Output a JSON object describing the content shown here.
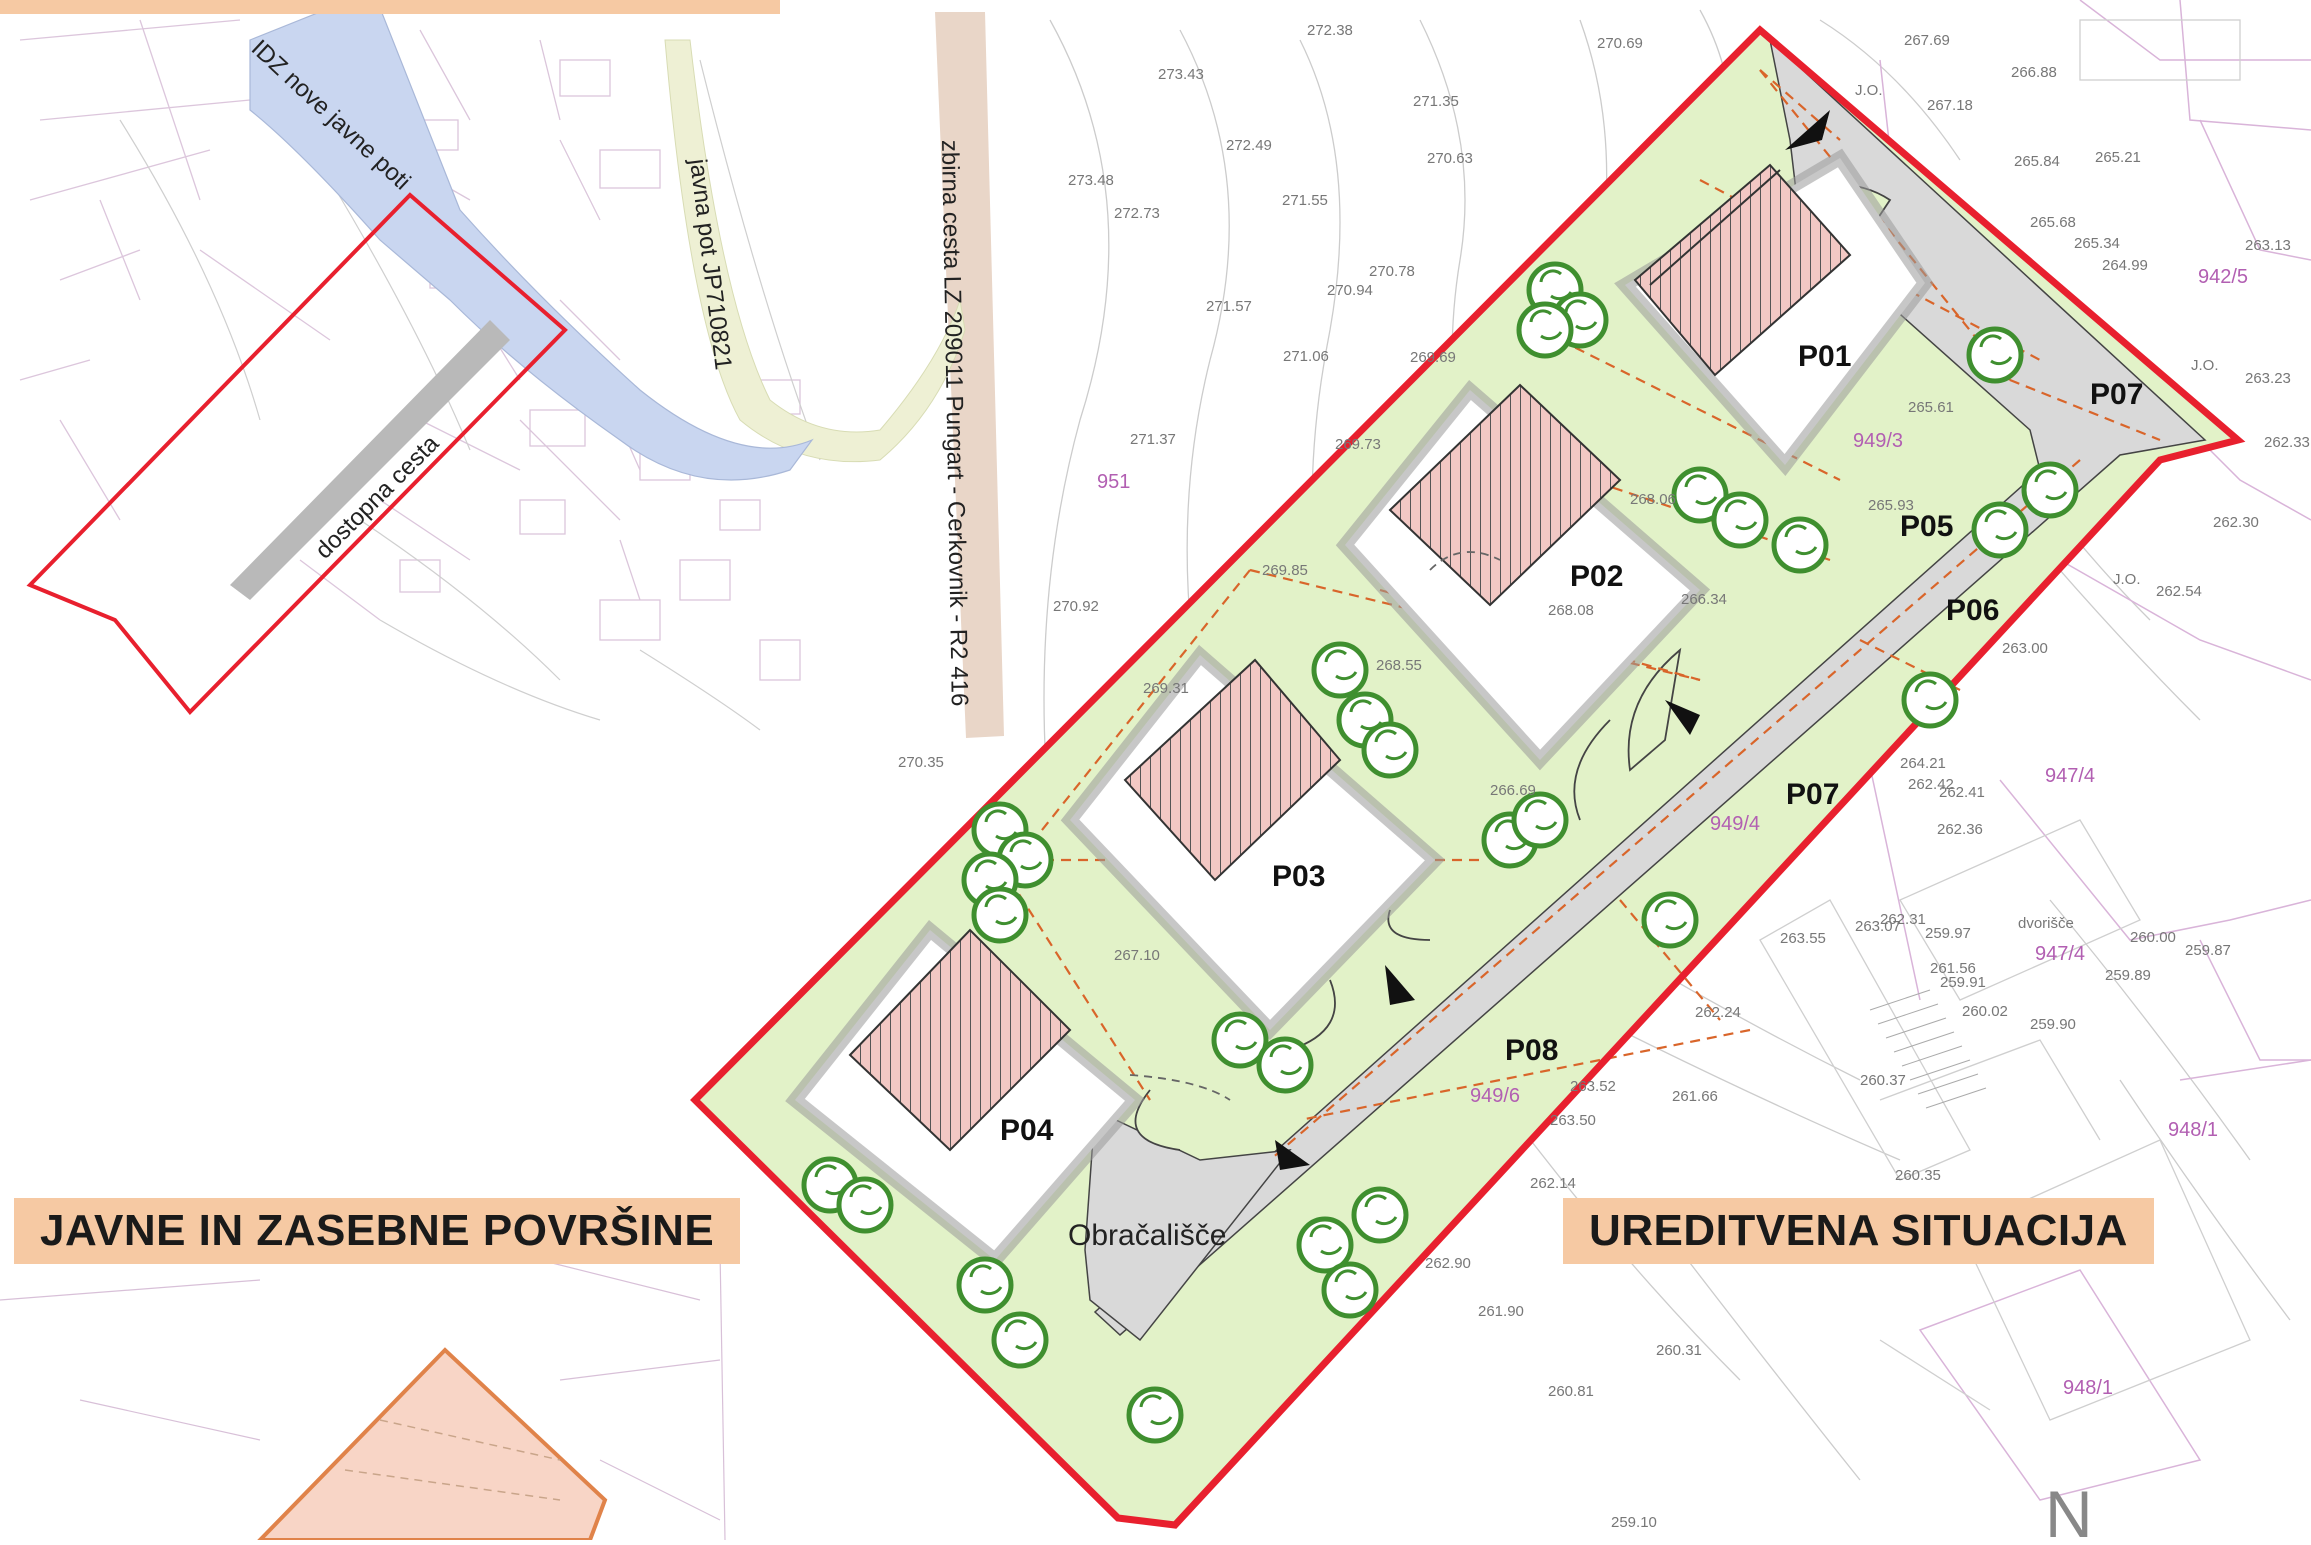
{
  "titles": {
    "top_banner": "",
    "public_private": "JAVNE IN ZASEBNE POVRŠINE",
    "site_plan": "UREDITVENA SITUACIJA"
  },
  "inset_map": {
    "idz_road": "IDZ nove javne poti",
    "public_road": "javna pot JP710821",
    "collector_road": "zbirna cesta LZ 209011 Pungart - Cerkovnik - R2 416",
    "access_road": "dostopna cesta"
  },
  "plots": {
    "p01": "P01",
    "p02": "P02",
    "p03": "P03",
    "p04": "P04",
    "p05": "P05",
    "p06": "P06",
    "p07_top": "P07",
    "p07": "P07",
    "p08": "P08",
    "turnaround": "Obračališče"
  },
  "parcels": {
    "a": "951",
    "b": "949/3",
    "c": "949/4",
    "d": "949/6",
    "e": "942/5",
    "f": "947/4",
    "g": "947/4",
    "h": "948/1",
    "i": "948/1"
  },
  "elevations": {
    "e1": "273.43",
    "e2": "272.49",
    "e3": "271.35",
    "e4": "270.69",
    "e5": "272.38",
    "e6": "273.48",
    "e7": "272.73",
    "e8": "271.55",
    "e9": "270.63",
    "e10": "270.78",
    "e11": "270.94",
    "e12": "271.57",
    "e13": "271.06",
    "e14": "271.37",
    "e15": "270.92",
    "e16": "270.35",
    "e17": "269.69",
    "e18": "269.73",
    "e19": "269.85",
    "e20": "268.55",
    "e21": "269.31",
    "e22": "267.10",
    "e23": "266.69",
    "e24": "266.34",
    "e25": "265.61",
    "e26": "265.93",
    "e27": "267.69",
    "e28": "267.18",
    "e29": "266.88",
    "e30": "265.84",
    "e31": "265.21",
    "e32": "265.68",
    "e33": "265.34",
    "e34": "264.99",
    "e35": "263.13",
    "e36": "263.23",
    "e37": "262.33",
    "e38": "262.30",
    "e39": "262.54",
    "e40": "263.00",
    "e41": "262.41",
    "e42": "262.36",
    "e43": "263.55",
    "e44": "263.07",
    "e45": "262.31",
    "e46": "259.97",
    "e47": "261.56",
    "e48": "259.91",
    "e49": "260.02",
    "e50": "259.90",
    "e51": "260.00",
    "e52": "259.87",
    "e53": "259.89",
    "e54": "262.24",
    "e55": "261.66",
    "e56": "260.37",
    "e57": "263.52",
    "e58": "263.50",
    "e59": "262.14",
    "e60": "260.35",
    "e61": "262.90",
    "e62": "261.90",
    "e63": "260.31",
    "e64": "260.81",
    "e65": "259.10",
    "e66": "268.06",
    "e67": "268.08",
    "e68": "262.42",
    "e69": "264.21"
  },
  "misc": {
    "north": "N",
    "courtyard": "dvorišče",
    "jo1": "J.O.",
    "jo2": "J.O.",
    "jo3": "J.O."
  },
  "colors": {
    "boundary": "#e8202e",
    "green_area": "#e2f2c8",
    "road": "#d7d7d7",
    "roof": "#f2c8c4",
    "tree": "#4aa83a",
    "banner": "#f6c9a3",
    "inset_road_blue": "#c8d6f0",
    "inset_road_tan": "#e9d6c8",
    "inset_road_olive": "#e8ecc8"
  }
}
